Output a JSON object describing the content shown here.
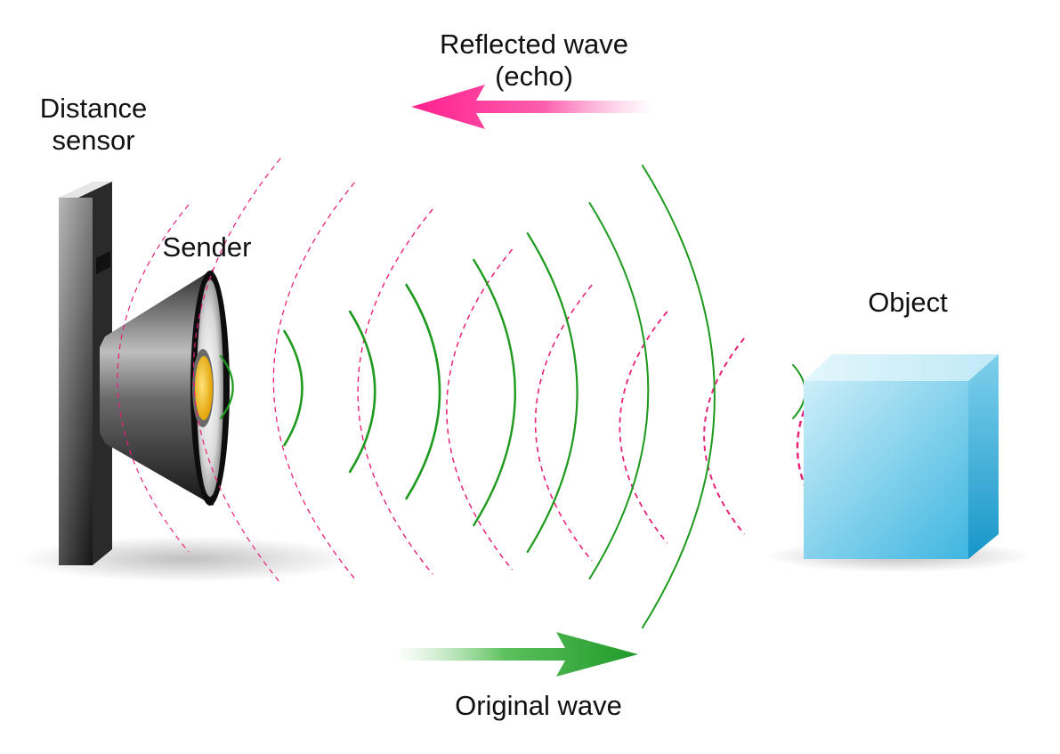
{
  "labels": {
    "distance_sensor_line1": "Distance",
    "distance_sensor_line2": "sensor",
    "sender": "Sender",
    "object": "Object",
    "reflected_wave_line1": "Reflected wave",
    "reflected_wave_line2": "(echo)",
    "original_wave": "Original wave"
  },
  "colors": {
    "original_wave": "#1e9a1e",
    "reflected_wave": "#e8207a",
    "object_face": "#5bc4e6",
    "sender_core": "#f5b800",
    "sensor_body": "#3a3a3a"
  }
}
